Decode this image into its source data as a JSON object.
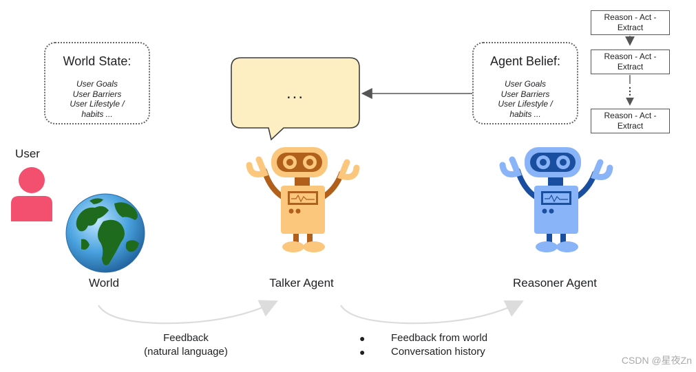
{
  "world_state": {
    "title": "World State:",
    "items": [
      "User Goals",
      "User Barriers",
      "User Lifestyle /",
      "habits ..."
    ]
  },
  "agent_belief": {
    "title": "Agent Belief:",
    "items": [
      "User Goals",
      "User Barriers",
      "User Lifestyle /",
      "habits ..."
    ]
  },
  "speech_bubble": {
    "text": "..."
  },
  "reasoning_steps": [
    {
      "line1": "Reason - Act -",
      "line2": "Extract"
    },
    {
      "line1": "Reason - Act -",
      "line2": "Extract"
    },
    {
      "line1": "Reason - Act -",
      "line2": "Extract"
    }
  ],
  "steps_ellipsis": "⋮",
  "labels": {
    "user": "User",
    "world": "World",
    "talker": "Talker Agent",
    "reasoner": "Reasoner Agent"
  },
  "feedback_left": {
    "line1": "Feedback",
    "line2": "(natural language)"
  },
  "feedback_right": {
    "bullet": "●",
    "items": [
      "Feedback from world",
      "Conversation history"
    ]
  },
  "watermark": "CSDN @星夜Zn",
  "colors": {
    "user": "#f2506e",
    "talker_body": "#fbc77d",
    "talker_dark": "#b0601a",
    "reasoner_body": "#8ab4f8",
    "reasoner_dark": "#1a4fa0",
    "bubble": "#feefc3",
    "ocean": "#4aa3df",
    "land": "#1e6b1e"
  }
}
